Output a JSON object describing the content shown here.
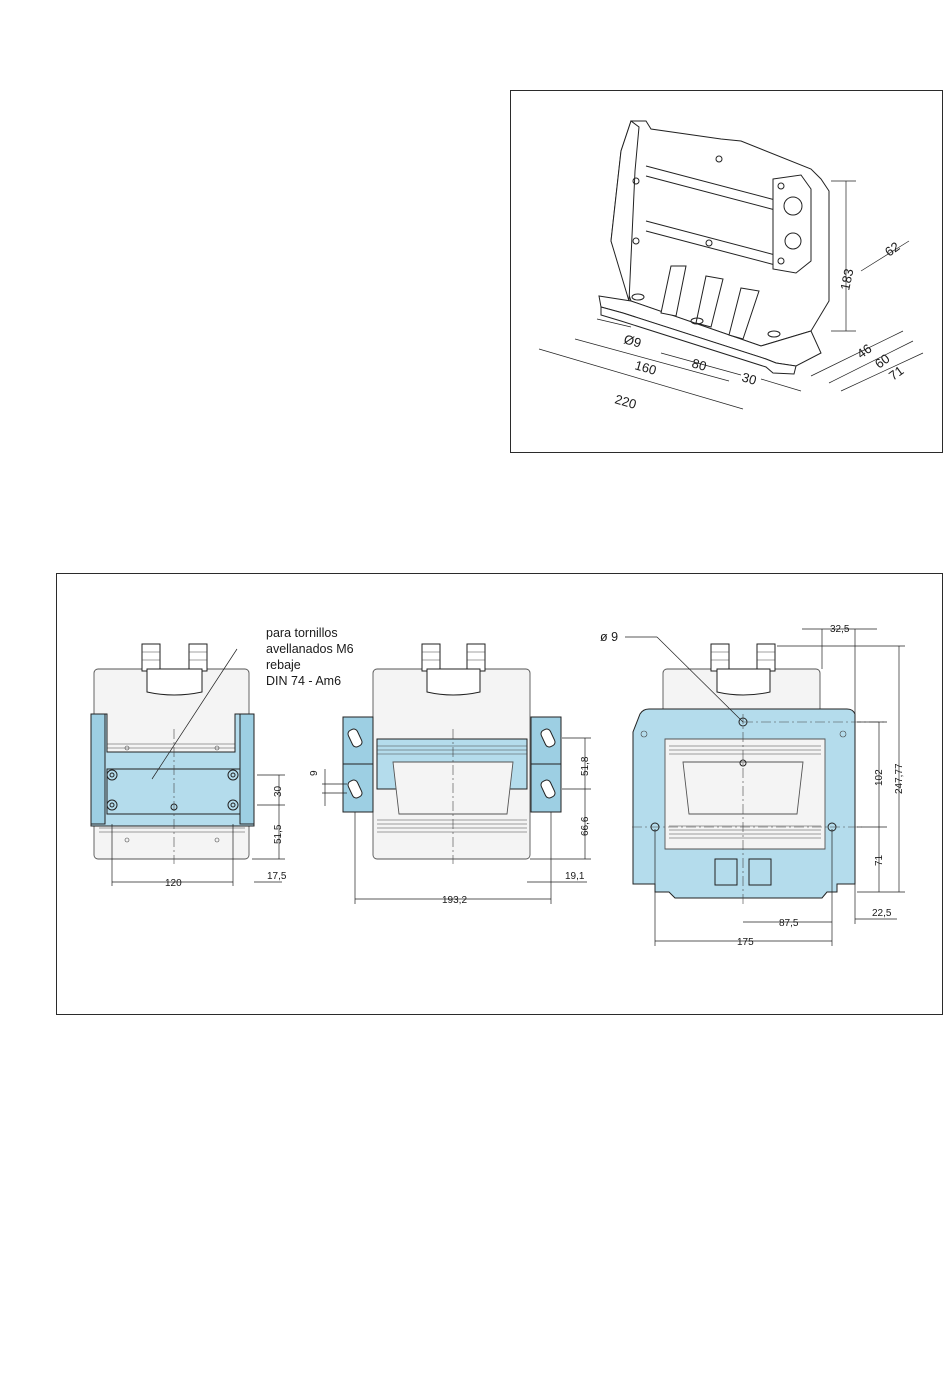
{
  "isometric": {
    "dims": {
      "d220": "220",
      "d160": "160",
      "d80": "80",
      "d30": "30",
      "hole": "Ø9",
      "d183": "183",
      "d62": "62",
      "d46": "46",
      "d60": "60",
      "d71": "71"
    }
  },
  "views": {
    "note": {
      "line1": "para tornillos",
      "line2": "avellanados M6",
      "line3": "rebaje",
      "line4": "DIN 74 - Am6"
    },
    "left": {
      "d120": "120",
      "d30": "30",
      "d51_5": "51,5",
      "d17_5": "17,5"
    },
    "middle": {
      "d9": "9",
      "d51_8": "51,8",
      "d66_6": "66,6",
      "d193_2": "193,2",
      "d19_1": "19,1"
    },
    "right": {
      "hole": "ø 9",
      "d32_5": "32,5",
      "d102": "102",
      "d247_77": "247,77",
      "d71": "71",
      "d87_5": "87,5",
      "d175": "175",
      "d22_5": "22,5"
    }
  }
}
